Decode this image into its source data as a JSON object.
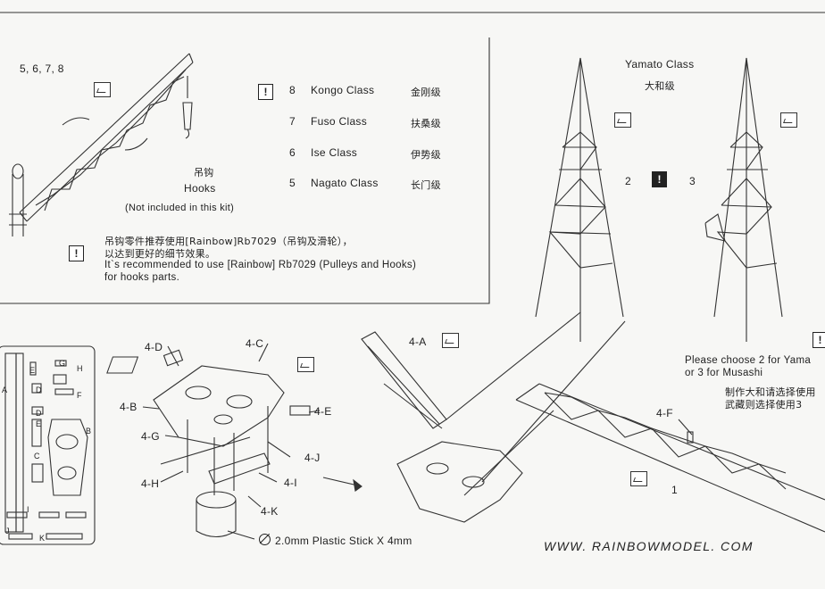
{
  "top_left": {
    "steps": "5, 6, 7, 8",
    "hooks_cn": "吊钩",
    "hooks_en": "Hooks",
    "not_included": "(Not included in this kit)",
    "note_cn_1": "吊钩零件推荐使用[Rainbow]Rb7029（吊钩及滑轮），",
    "note_cn_2": "以达到更好的细节效果。",
    "note_en_1": "It`s recommended to use [Rainbow] Rb7029 (Pulleys and Hooks)",
    "note_en_2": "for hooks parts."
  },
  "classes": [
    {
      "num": "8",
      "name": "Kongo Class",
      "cn": "金刚级"
    },
    {
      "num": "7",
      "name": "Fuso Class",
      "cn": "扶桑级"
    },
    {
      "num": "6",
      "name": "Ise Class",
      "cn": "伊势级"
    },
    {
      "num": "5",
      "name": "Nagato Class",
      "cn": "长门级"
    }
  ],
  "yamato": {
    "title": "Yamato Class",
    "title_cn": "大和级",
    "opt_2": "2",
    "opt_3": "3",
    "choose_1": "Please choose 2 for Yama",
    "choose_2": "or 3 for Musashi",
    "choose_cn_1": "制作大和请选择使用",
    "choose_cn_2": "武藏则选择使用3"
  },
  "parts": {
    "d": "4-D",
    "c": "4-C",
    "b": "4-B",
    "e": "4-E",
    "g": "4-G",
    "j": "4-J",
    "h": "4-H",
    "i": "4-I",
    "k": "4-K",
    "a": "4-A",
    "f": "4-F",
    "main": "1"
  },
  "fret_letters": [
    "A",
    "E",
    "G",
    "H",
    "D",
    "E",
    "D",
    "F",
    "B",
    "C",
    "I",
    "J",
    "K"
  ],
  "plastic_stick": "2.0mm Plastic Stick X 4mm",
  "website": "WWW. RAINBOWMODEL. COM",
  "warn_symbol": "!"
}
